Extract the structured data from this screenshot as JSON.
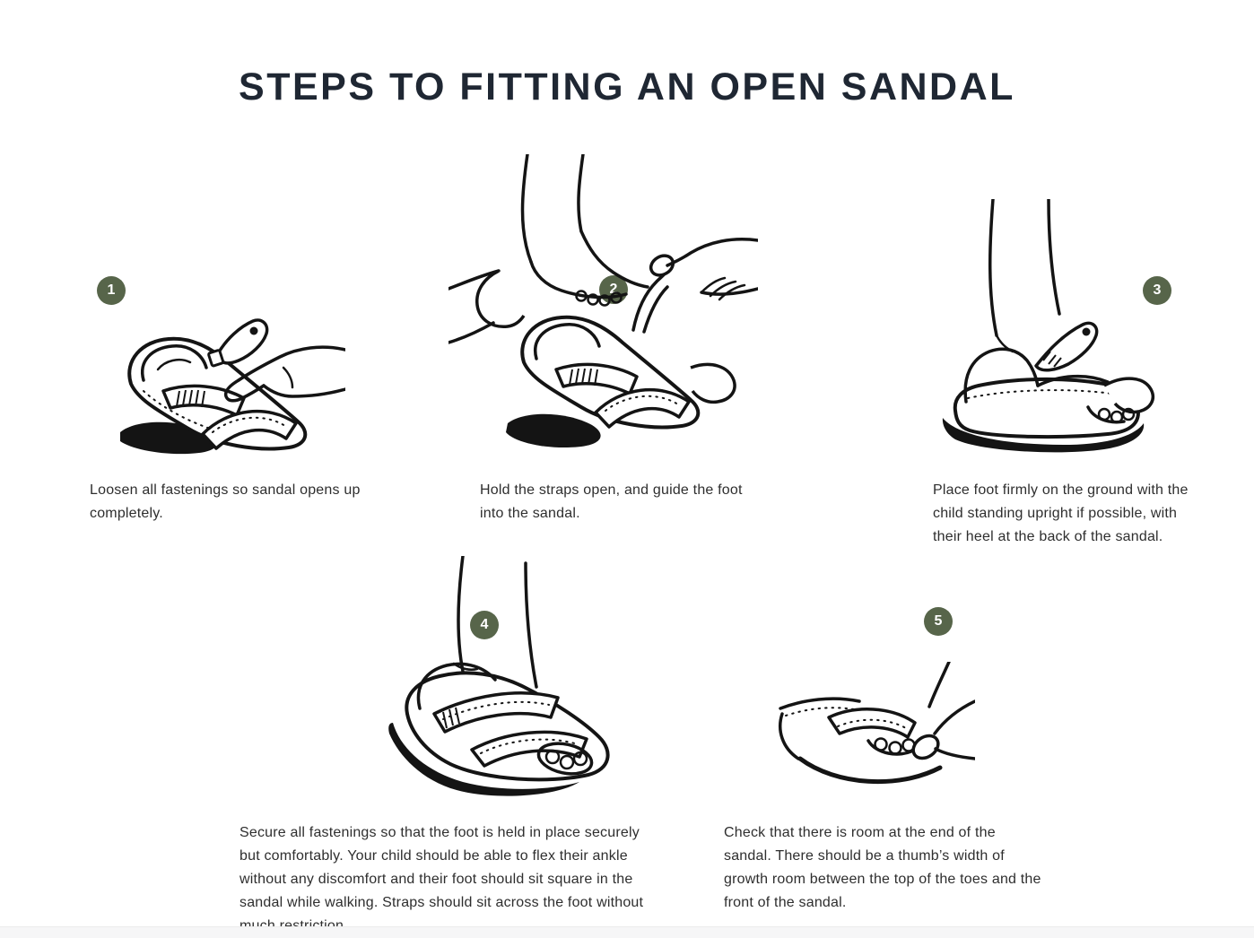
{
  "page": {
    "title": "STEPS TO FITTING AN OPEN SANDAL",
    "colors": {
      "badge_green": "#57654a",
      "title_color": "#1f2733",
      "caption_color": "#2e2e2e",
      "line_art_color": "#141414",
      "background": "#ffffff",
      "footer_strip": "#f6f6f7"
    }
  },
  "steps": [
    {
      "number": "1",
      "illustration": "loosen-fastenings-sandal-illustration",
      "caption_lines": [
        "Loosen all fastenings so sandal opens up",
        "completely."
      ]
    },
    {
      "number": "2",
      "illustration": "guide-foot-into-sandal-illustration",
      "caption_lines": [
        "Hold the straps open, and guide the foot",
        "into the sandal."
      ]
    },
    {
      "number": "3",
      "illustration": "foot-standing-in-sandal-illustration",
      "caption_lines": [
        "Place foot firmly on the ground with the",
        "child standing upright if possible, with",
        "their heel at the back of the sandal."
      ]
    },
    {
      "number": "4",
      "illustration": "secure-fastenings-illustration",
      "caption_lines": [
        "Secure all fastenings so that the foot is held in place securely",
        "but comfortably. Your child should be able to flex their ankle",
        "without any discomfort and their foot should sit square in the",
        "sandal while walking. Straps should sit across the foot without",
        "much restriction."
      ]
    },
    {
      "number": "5",
      "illustration": "check-growth-room-illustration",
      "caption_lines": [
        "Check that there is room at the end of the",
        "sandal. There should be a thumb’s width of",
        "growth room between the top of the toes and the",
        "front of the sandal."
      ]
    }
  ]
}
